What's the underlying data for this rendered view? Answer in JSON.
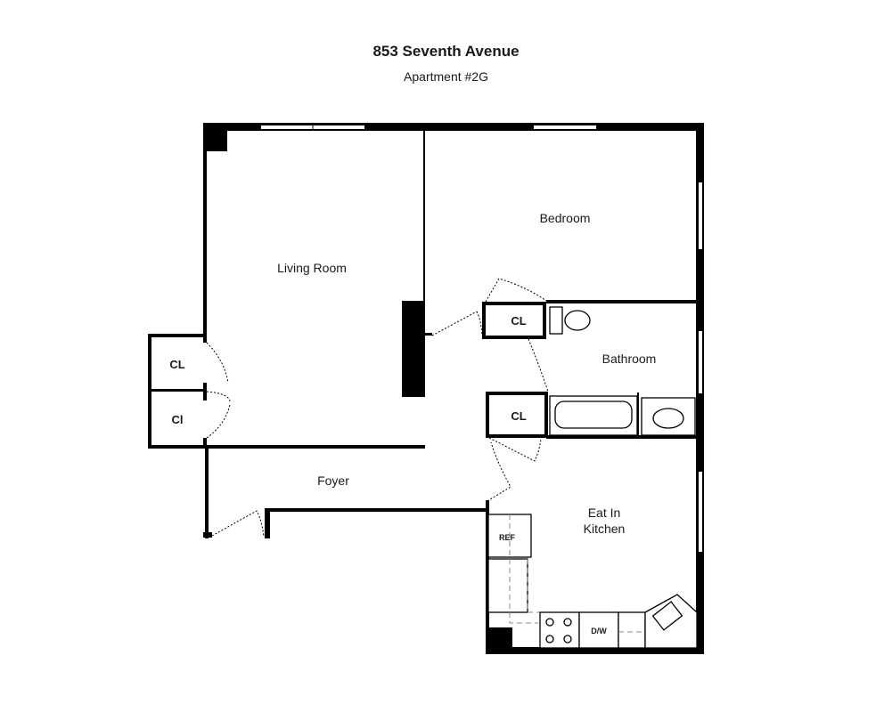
{
  "header": {
    "title": "853 Seventh Avenue",
    "subtitle": "Apartment #2G"
  },
  "rooms": {
    "living_room": "Living Room",
    "bedroom": "Bedroom",
    "bathroom": "Bathroom",
    "foyer": "Foyer",
    "kitchen_line1": "Eat In",
    "kitchen_line2": "Kitchen",
    "closet_left_upper": "CL",
    "closet_left_lower": "Cl",
    "closet_bedroom": "CL",
    "closet_bath": "CL",
    "refrigerator": "REF",
    "dishwasher": "D/W"
  }
}
